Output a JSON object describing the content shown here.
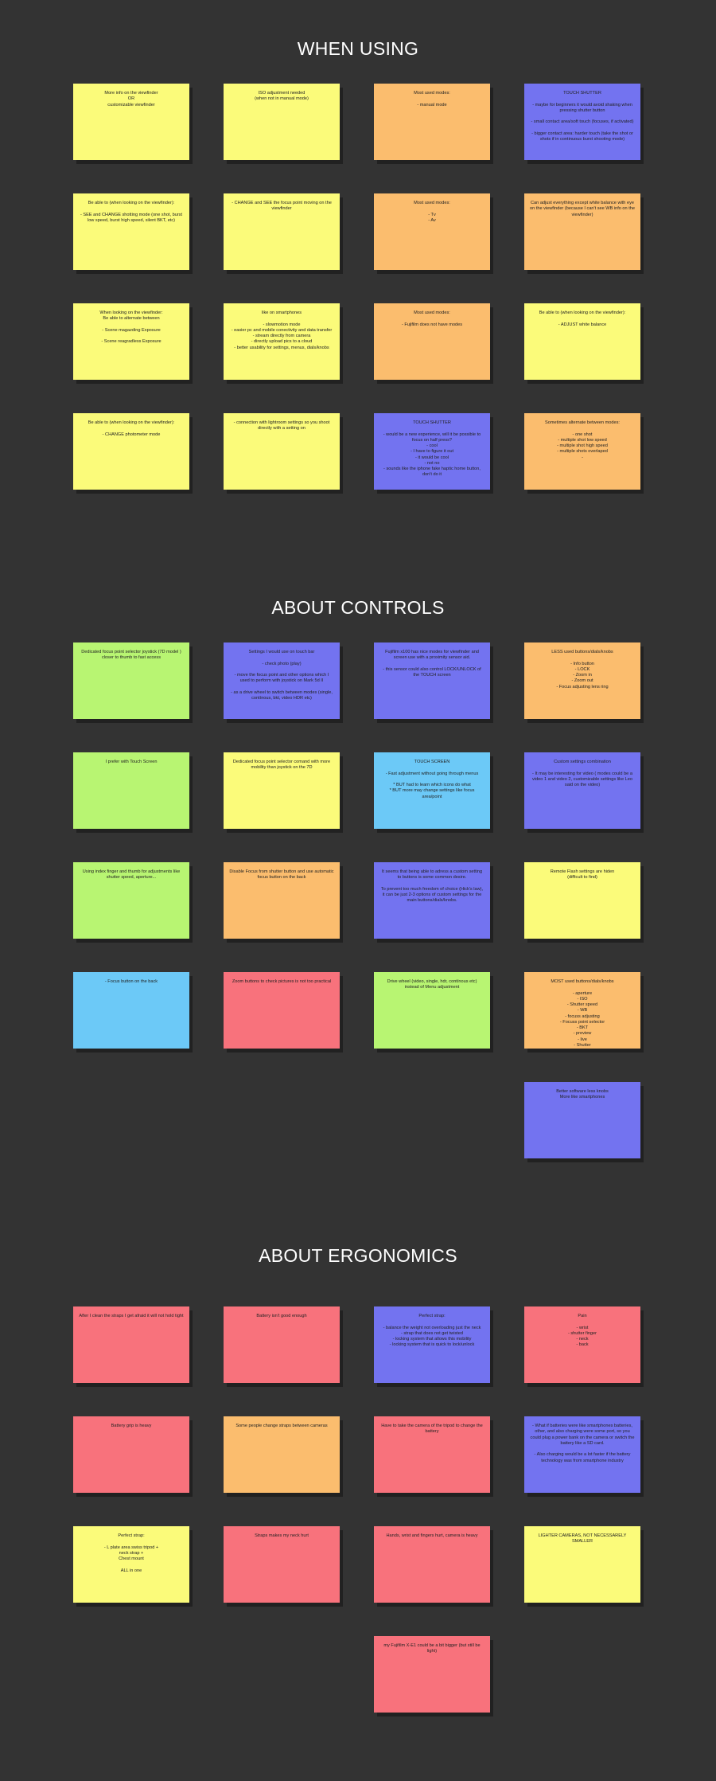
{
  "colors": {
    "background": "#333333",
    "yellow": "#fbfb7a",
    "orange": "#fbbd6e",
    "purple": "#7373f0",
    "green": "#b8f572",
    "blue": "#6cc9f7",
    "red": "#f8727c"
  },
  "sections": [
    {
      "title": "WHEN USING",
      "notes": [
        {
          "color": "yellow",
          "text": "More info on the viewfinder\nOR\ncustomizable viewfinder"
        },
        {
          "color": "yellow",
          "text": "ISO adjustment needed\n(when not in manual mode)"
        },
        {
          "color": "orange",
          "text": "Most used modes:\n\n- manual mode"
        },
        {
          "color": "purple",
          "text": "TOUCH SHUTTER\n\n- maybe for beginners it would avoid shaking when pressing shutter button\n\n- small contact area/soft touch (focuses, if activated)\n\n- bigger contact area: harder touch (take the shot or shots if in continuous burst shooting mode)"
        },
        {
          "color": "yellow",
          "text": "Be able to (when looking on the viewfinder):\n\n- SEE and CHANGE shotting mode (one shot, burst low speed, burst high speed, silent BKT, etc)"
        },
        {
          "color": "yellow",
          "text": "- CHANGE and SEE the focus point moving on the viewfinder"
        },
        {
          "color": "orange",
          "text": "Most used modes:\n\n- Tv\n- Av"
        },
        {
          "color": "orange",
          "text": "Can adjust everything except white balance with eye on the viewfinder (because I can't see WB info on the viewfinder)"
        },
        {
          "color": "yellow",
          "text": "When looking on the viewfinder:\nBe able to alternate between\n\n- Scene magazding Exposure\n\n- Scene reagradless Exposure"
        },
        {
          "color": "yellow",
          "text": "like on smartphones\n\n- slowmotion mode\n- easier pc and mobile conectivity and data transfer\n- stream directly from camera\n- directly upload pics to a cloud\n- better usability for settings, menus, dials/knobs"
        },
        {
          "color": "orange",
          "text": "Most used modes:\n\n- Fujifilm does not have modes"
        },
        {
          "color": "yellow",
          "text": "Be able to (when looking on the viewfinder):\n\n- ADJUST white balance"
        },
        {
          "color": "yellow",
          "text": "Be able to (when looking on the viewfinder):\n\n- CHANGE photometer mode"
        },
        {
          "color": "yellow",
          "text": "- connection with lightroom settings so you shoot directly with a setting on"
        },
        {
          "color": "purple",
          "text": "TOUCH SHUTTER\n\n- would be a new experience, will it be possible to focus on half press?\n- cool\n- I have to figure it out\n- it would be cool\n- not no\n- sounds like the iphone fake haptic home button, don't do it"
        },
        {
          "color": "orange",
          "text": "Sometimes alternate between modes:\n\n- one shot\n- multiple shot low speed\n- multiple shot high speed\n- multiple shots overlaped\n-"
        }
      ]
    },
    {
      "title": "ABOUT CONTROLS",
      "notes": [
        {
          "color": "green",
          "text": "Dedicated focus point selector joystick (7D model ) closer to thumb to fast access"
        },
        {
          "color": "purple",
          "text": "Settings I would use on touch bar\n\n- check photo (play)\n\n- move the focus point and other options which I used to perform with joystick on Mark 5d II\n\n- as a drive wheel to switch between modes (single, contínous, bkt, video HDR etc)"
        },
        {
          "color": "purple",
          "text": "Fujifilm x100 has nice modes for viewfinder and screen use with a proximity sensor aid.\n\n- this sensor could also control LOCK/UNLOCK of the TOUCH screen"
        },
        {
          "color": "orange",
          "text": "LESS used buttons/dials/knobs\n\n- Info button\n- LOCK\n- Zoom in\n- Zoom out\n- Focus adjusting lens ring"
        },
        {
          "color": "green",
          "text": "I prefer with Touch Screen"
        },
        {
          "color": "yellow",
          "text": "Dedicated focus point selector comand with more mobility than joystick on the 7D"
        },
        {
          "color": "blue",
          "text": "TOUCH SCREEN\n\n- Fast adjustment without going through menus\n\n* BUT had to learn which icons do what\n* BUT more may change settings like focus area/point"
        },
        {
          "color": "purple",
          "text": "Custom settings combination\n\n- It may be interesting for video ( modes could be a video 1 and video 2, customizable settings like Leo said on the video)"
        },
        {
          "color": "green",
          "text": "Using index finger and thumb for adjustments like shutter speed, aperture..."
        },
        {
          "color": "orange",
          "text": "Disable Focus from shutter button and use automatic focus button on the back"
        },
        {
          "color": "purple",
          "text": "It seems that being able to adress a custom setting to buttons is some common desire.\n\nTo prevent too much freedom of choice (Hick's law), it can be just 2-3 options of custom settings for the main buttons/dials/knobs."
        },
        {
          "color": "yellow",
          "text": "Remote Flash settings are hiden\n(difficult to find)"
        },
        {
          "color": "blue",
          "text": "- Focus button on the back"
        },
        {
          "color": "red",
          "text": "Zoom buttons to check pictures is not too practical"
        },
        {
          "color": "green",
          "text": "Drive wheel (video, single, hdr, contínous etc) instead of Menu adjustment"
        },
        {
          "color": "orange",
          "text": "MOST used buttons/dials/knobs\n\n- aperture\n- ISO\n- Shutter speed\n- WB\n- focuss adjusting\n- Focuss point selector\n- BKT\n- preview\n- live\n- Shutter"
        },
        {
          "color": "purple",
          "text": "Better software less knobs\nMore like smartphones"
        }
      ]
    },
    {
      "title": "ABOUT ERGONOMICS",
      "notes": [
        {
          "color": "red",
          "text": "After I clean the straps I get afraid it will not hold tight"
        },
        {
          "color": "red",
          "text": "Battery isn't good enough"
        },
        {
          "color": "purple",
          "text": "Perfect strap:\n\n- balance the weight not overloading just the neck\n- strap that does not get twisted\n- locking system that allows this mobility\n- locking system that is quick to lock/unlock"
        },
        {
          "color": "red",
          "text": "Pain\n\n- wrist\n- shutter finger\n- neck\n- back"
        },
        {
          "color": "red",
          "text": "Battery grip is heavy"
        },
        {
          "color": "orange",
          "text": "Some people change straps between cameras"
        },
        {
          "color": "red",
          "text": "Have to take the camera of the tripod to change the battery"
        },
        {
          "color": "purple",
          "text": "- What if batteries were like smartphones batteries, other, and also charging were some port, so you could plug a power bank on the camera or switch the battery like a SD card.\n\n- Also charging would be a lot faster if the battery technology was from smartphone industry"
        },
        {
          "color": "yellow",
          "text": "Perfect strap:\n\n- L plate area swiss tripod +\nneck strap +\nChest mount\n\nALL in one"
        },
        {
          "color": "red",
          "text": "Straps makes my neck hurt"
        },
        {
          "color": "red",
          "text": "Hands, wrist and fingers hurt, camera is heavy"
        },
        {
          "color": "yellow",
          "text": "LIGHTER CAMERAS, NOT NECESSARELY SMALLER"
        },
        {
          "color": "red",
          "text": "my Fujifilm X-E1 could be a bit bigger (but still be light)"
        }
      ]
    }
  ]
}
